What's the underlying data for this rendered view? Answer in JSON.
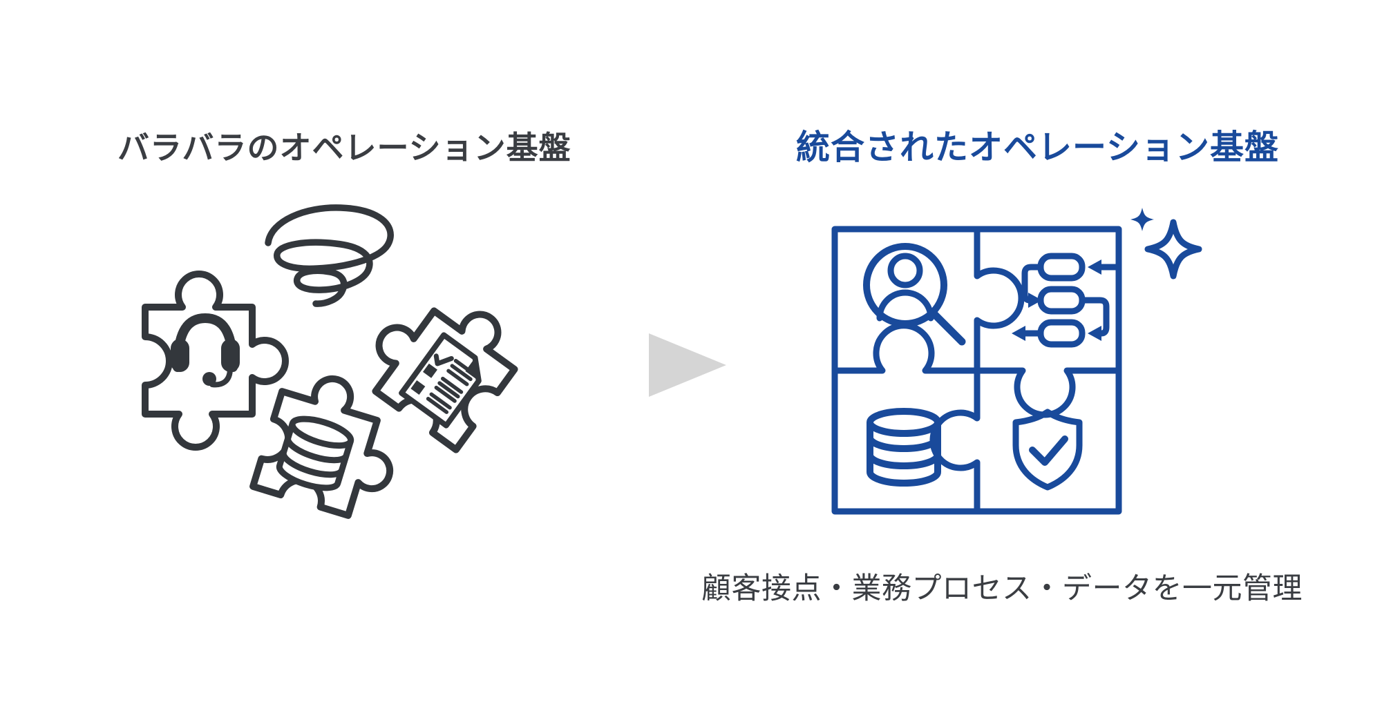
{
  "figure": {
    "background_color": "#ffffff",
    "left_panel": {
      "title": "バラバラのオペレーション基盤",
      "title_color": "#3a3d42",
      "stroke_color": "#33373c",
      "illustration": "scattered-puzzle-pieces",
      "icons": [
        "headset-puzzle-piece",
        "tornado-scribble",
        "checklist-puzzle-piece",
        "database-puzzle-piece"
      ]
    },
    "transition_arrow": {
      "direction": "right",
      "color": "#d5d5d5"
    },
    "right_panel": {
      "title": "統合されたオペレーション基盤",
      "title_color": "#194a9b",
      "accent_color": "#194a9b",
      "illustration": "integrated-puzzle-grid",
      "icons": [
        "user-search-icon",
        "workflow-icon",
        "database-icon",
        "shield-check-icon",
        "sparkles-icon"
      ],
      "caption": "顧客接点・業務プロセス・データを一元管理",
      "caption_color": "#3a3d42"
    }
  }
}
